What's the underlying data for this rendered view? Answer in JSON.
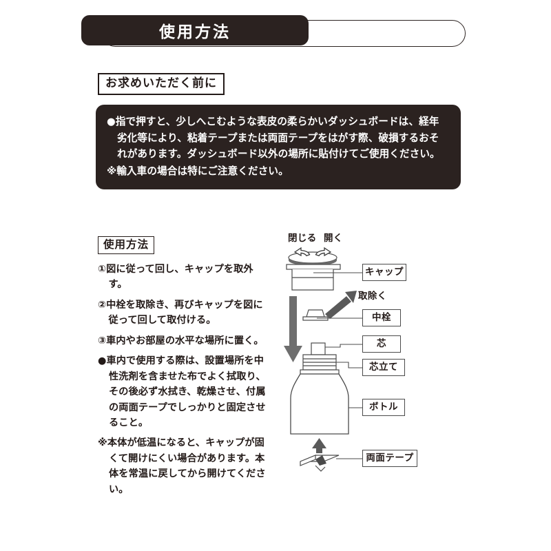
{
  "header": {
    "title": "使用方法"
  },
  "before_purchase": {
    "tag": "お求めいただく前に",
    "items": [
      "●指で押すと、少しへこむような表皮の柔らかいダッシュボードは、経年劣化等により、粘着テープまたは両面テープをはがす際、破損するおそれがあります。ダッシュボード以外の場所に貼付けてご使用ください。",
      "※輸入車の場合は特にご注意ください。"
    ]
  },
  "usage": {
    "tag": "使用方法",
    "steps": [
      "①図に従って回し、キャップを取外す。",
      "②中栓を取除き、再びキャップを図に従って回して取付ける。",
      "③車内やお部屋の水平な場所に置く。",
      "●車内で使用する際は、設置場所を中性洗剤を含ませた布でよく拭取り、その後必ず水拭き、乾燥させ、付属の両面テープでしっかりと固定させること。",
      "※本体が低温になると、キャップが固くて開けにくい場合があります。本体を常温に戻してから開けてください。"
    ]
  },
  "diagram": {
    "rotate_close": "閉じる",
    "rotate_open": "開く",
    "remove_note": "取除く",
    "labels": {
      "cap": "キャップ",
      "inner_plug": "中栓",
      "wick": "芯",
      "wick_holder": "芯立て",
      "bottle": "ボトル",
      "tape": "両面テープ"
    }
  },
  "colors": {
    "ink": "#231a18",
    "panel": "#2b2220",
    "line": "#4a4a4a",
    "arrow": "#595959"
  }
}
